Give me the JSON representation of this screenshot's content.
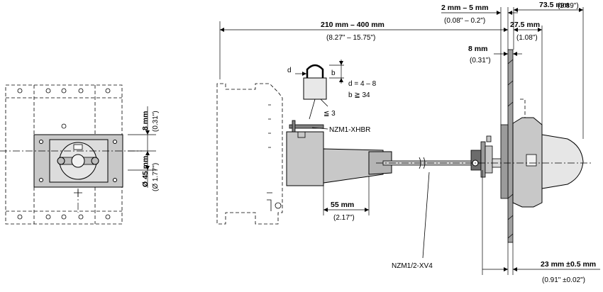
{
  "dimensions": {
    "overall_length": {
      "mm": "210 mm – 400 mm",
      "in": "(8.27\" – 15.75\")"
    },
    "gap": {
      "mm": "2 mm – 5 mm",
      "in": "(0.08\" – 0.2\")"
    },
    "handle_depth": {
      "mm": "73.5 mm",
      "in": "(2.89\")"
    },
    "collar": {
      "mm": "27.5 mm",
      "in": "(1.08\")"
    },
    "door_thickness": {
      "mm": "8 mm",
      "in": "(0.31\")"
    },
    "side_offset": {
      "mm": "8 mm",
      "in": "(0.31\")"
    },
    "diameter": {
      "mm": "Ø 45 mm",
      "in": "(Ø 1.77\")"
    },
    "bracket": {
      "mm": "55 mm",
      "in": "(2.17\")"
    },
    "bottom": {
      "mm": "23 mm ±0.5 mm",
      "in": "(0.91\" ±0.02\")"
    }
  },
  "padlock": {
    "d_label": "d",
    "b_label": "b",
    "d_range": "d = 4 – 8",
    "b_range": "b ≧ 34",
    "max_count": "≦ 3"
  },
  "parts": {
    "lock_bracket": "NZM1-XHBR",
    "extension": "NZM1/2-XV4"
  }
}
